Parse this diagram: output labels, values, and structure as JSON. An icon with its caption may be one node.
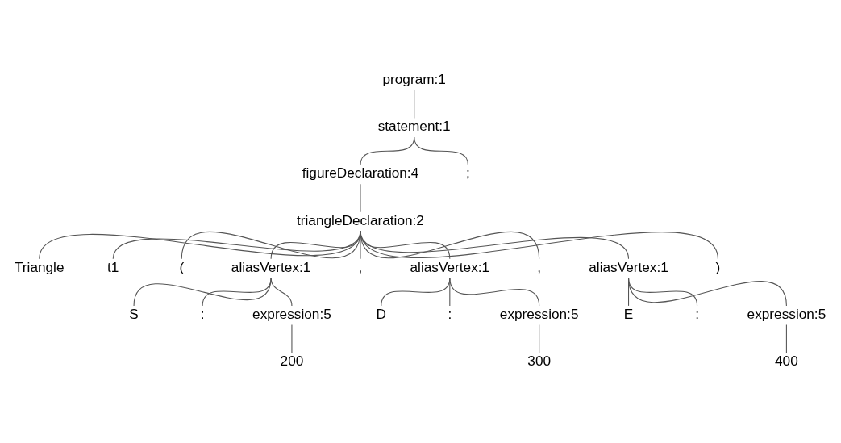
{
  "diagram": {
    "nodes": [
      {
        "text": [
          "program:1"
        ]
      },
      {
        "text": [
          "statement:1"
        ]
      },
      {
        "text": [
          "figureDeclaration:4"
        ]
      },
      {
        "text": [
          ";"
        ]
      },
      {
        "text": [
          "triangleDeclaration:2"
        ]
      },
      {
        "text": [
          "Triangle"
        ]
      },
      {
        "text": [
          "t1"
        ]
      },
      {
        "text": [
          "("
        ]
      },
      {
        "text": [
          "aliasVertex:1"
        ]
      },
      {
        "text": [
          ","
        ]
      },
      {
        "text": [
          "aliasVertex:1"
        ]
      },
      {
        "text": [
          ","
        ]
      },
      {
        "text": [
          "aliasVertex:1"
        ]
      },
      {
        "text": [
          ")"
        ]
      },
      {
        "text": [
          "S"
        ]
      },
      {
        "text": [
          ":"
        ]
      },
      {
        "text": [
          "expression:5"
        ]
      },
      {
        "text": [
          "D"
        ]
      },
      {
        "text": [
          ":"
        ]
      },
      {
        "text": [
          "expression:5"
        ]
      },
      {
        "text": [
          "E"
        ]
      },
      {
        "text": [
          ":"
        ]
      },
      {
        "text": [
          "expression:5"
        ]
      },
      {
        "text": [
          "200"
        ]
      },
      {
        "text": [
          "300"
        ]
      },
      {
        "text": [
          "400"
        ]
      }
    ],
    "edges": [
      {
        "from": 0,
        "to": 1,
        "arrow": "none"
      },
      {
        "from": 1,
        "to": 2,
        "arrow": "none"
      },
      {
        "from": 1,
        "to": 3,
        "arrow": "none"
      },
      {
        "from": 2,
        "to": 4,
        "arrow": "none"
      },
      {
        "from": 4,
        "to": 5,
        "arrow": "none"
      },
      {
        "from": 4,
        "to": 6,
        "arrow": "none"
      },
      {
        "from": 4,
        "to": 7,
        "arrow": "none"
      },
      {
        "from": 4,
        "to": 8,
        "arrow": "none"
      },
      {
        "from": 4,
        "to": 9,
        "arrow": "none"
      },
      {
        "from": 4,
        "to": 10,
        "arrow": "none"
      },
      {
        "from": 4,
        "to": 11,
        "arrow": "none"
      },
      {
        "from": 4,
        "to": 12,
        "arrow": "none"
      },
      {
        "from": 4,
        "to": 13,
        "arrow": "none"
      },
      {
        "from": 8,
        "to": 14,
        "arrow": "none"
      },
      {
        "from": 8,
        "to": 15,
        "arrow": "none"
      },
      {
        "from": 8,
        "to": 16,
        "arrow": "none"
      },
      {
        "from": 10,
        "to": 17,
        "arrow": "none"
      },
      {
        "from": 10,
        "to": 18,
        "arrow": "none"
      },
      {
        "from": 10,
        "to": 19,
        "arrow": "none"
      },
      {
        "from": 12,
        "to": 20,
        "arrow": "none"
      },
      {
        "from": 12,
        "to": 21,
        "arrow": "none"
      },
      {
        "from": 12,
        "to": 22,
        "arrow": "none"
      },
      {
        "from": 16,
        "to": 23,
        "arrow": "none"
      },
      {
        "from": 19,
        "to": 24,
        "arrow": "none"
      },
      {
        "from": 22,
        "to": 25,
        "arrow": "none"
      }
    ]
  }
}
